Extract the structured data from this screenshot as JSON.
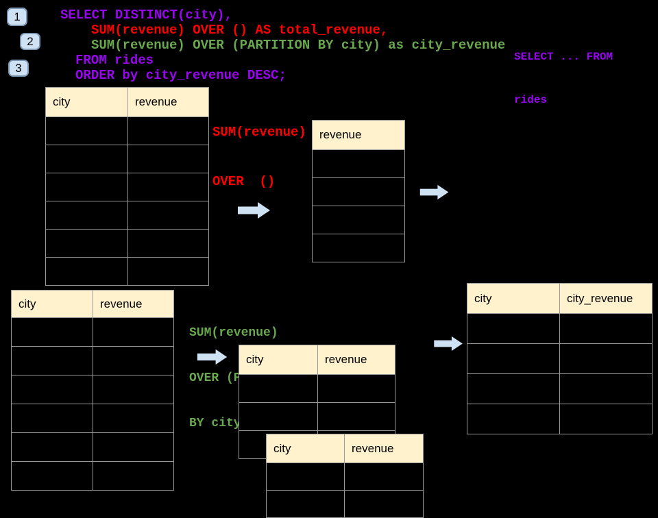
{
  "colors": {
    "background": "#000000",
    "sql_purple": "#9905f0",
    "sql_red": "#ff0000",
    "sql_green": "#6aa84f",
    "table_header_bg": "#fff2cc",
    "table_border": "#999999",
    "arrow_fill": "#cfe2f3",
    "badge_fill": "#cfe2f3",
    "badge_border": "#7d98b3"
  },
  "badges": [
    "1",
    "2",
    "3"
  ],
  "sql": {
    "lines": [
      {
        "text": "SELECT DISTINCT(city),",
        "color": "purple"
      },
      {
        "text": "SUM(revenue) OVER () AS total_revenue,",
        "color": "red"
      },
      {
        "text": "SUM(revenue) OVER (PARTITION BY city) as city_revenue",
        "color": "green"
      },
      {
        "text": "FROM rides",
        "color": "purple"
      },
      {
        "text": "ORDER by city_revenue DESC;",
        "color": "purple"
      }
    ]
  },
  "side_note": {
    "line1": "SELECT ... FROM",
    "line2": "rides"
  },
  "labels": {
    "total": {
      "line1": "SUM(revenue)",
      "line2": "OVER  ()"
    },
    "partition": {
      "line1": "SUM(revenue)",
      "line2": "OVER (PARTITION",
      "line3": "BY city)"
    }
  },
  "tables": {
    "source_top": {
      "headers": [
        "city",
        "revenue"
      ],
      "empty_rows": 6
    },
    "total_result": {
      "headers": [
        "revenue"
      ],
      "empty_rows": 4
    },
    "source_bottom": {
      "headers": [
        "city",
        "revenue"
      ],
      "empty_rows": 6
    },
    "partition_mid": {
      "headers": [
        "city",
        "revenue"
      ],
      "empty_rows": 3
    },
    "partition_overlay": {
      "headers": [
        "city",
        "revenue"
      ],
      "empty_rows": 2
    },
    "final_result": {
      "headers": [
        "city",
        "city_revenue"
      ],
      "empty_rows": 4
    }
  }
}
